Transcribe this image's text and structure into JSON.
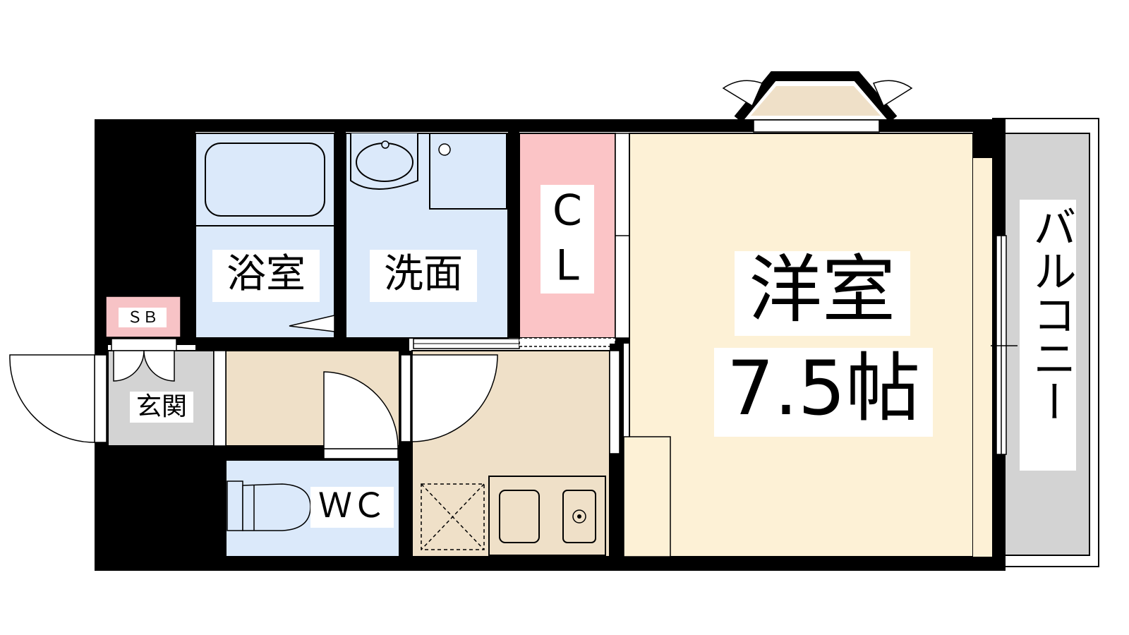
{
  "labels": {
    "bathroom": "浴室",
    "washroom": "洗面",
    "closet_top": "C",
    "closet_bottom": "L",
    "western_room": "洋室",
    "western_room_size": "7.5帖",
    "shoe_box": "ＳＢ",
    "entrance": "玄関",
    "toilet": "ＷＣ",
    "balcony": "バルコニー"
  },
  "colors": {
    "wall": "#000000",
    "water_area": "#dbe9fa",
    "closet": "#fbc4c6",
    "western_room": "#fdf1d6",
    "floor_wood": "#efe0c8",
    "entrance": "#d3d3d3",
    "balcony": "#d3d3d3",
    "shoe_box": "#f7c3c6"
  }
}
